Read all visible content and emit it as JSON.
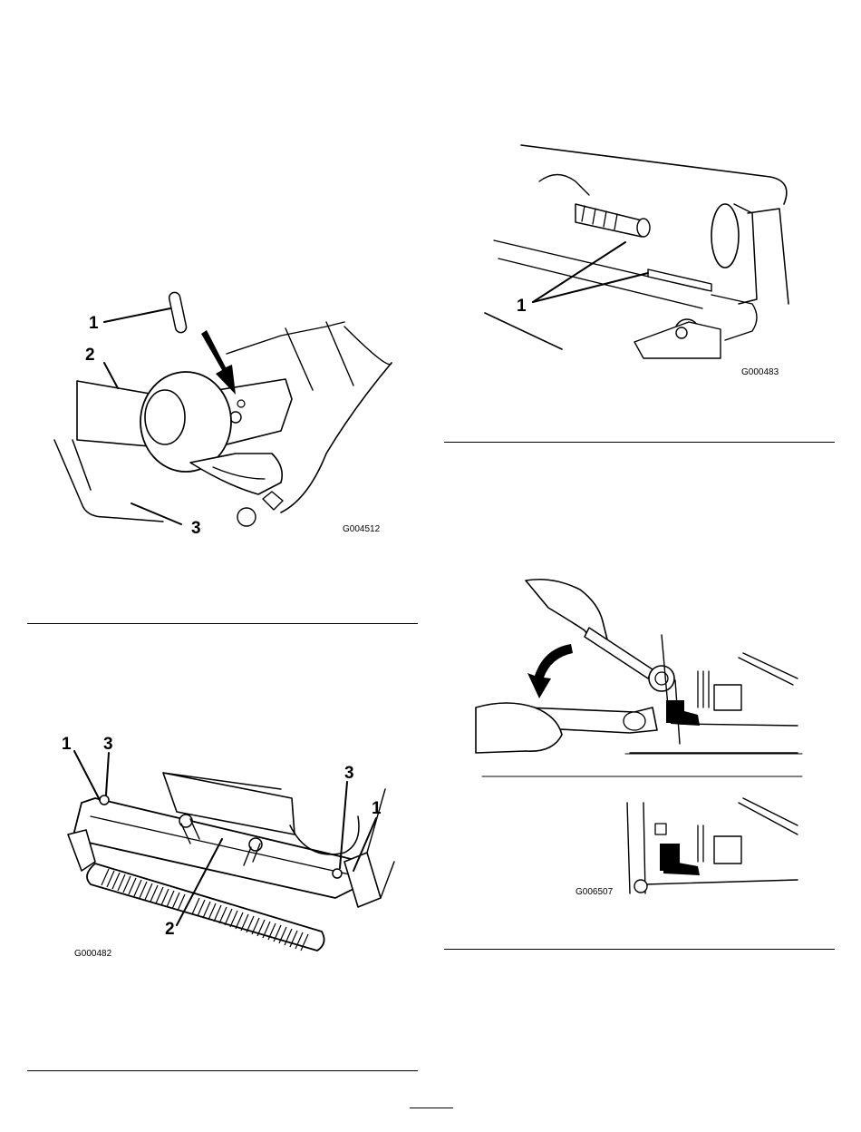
{
  "figures": [
    {
      "id": "fig-pin-insert",
      "code": "G004512",
      "callouts": [
        "1",
        "2",
        "3"
      ]
    },
    {
      "id": "fig-roller-pins",
      "code": "G000483",
      "callouts": [
        "1"
      ]
    },
    {
      "id": "fig-bedbar",
      "code": "G000482",
      "callouts": [
        "1",
        "3",
        "3",
        "1",
        "2"
      ]
    },
    {
      "id": "fig-wrenches",
      "code": "G006507",
      "callouts": []
    }
  ]
}
